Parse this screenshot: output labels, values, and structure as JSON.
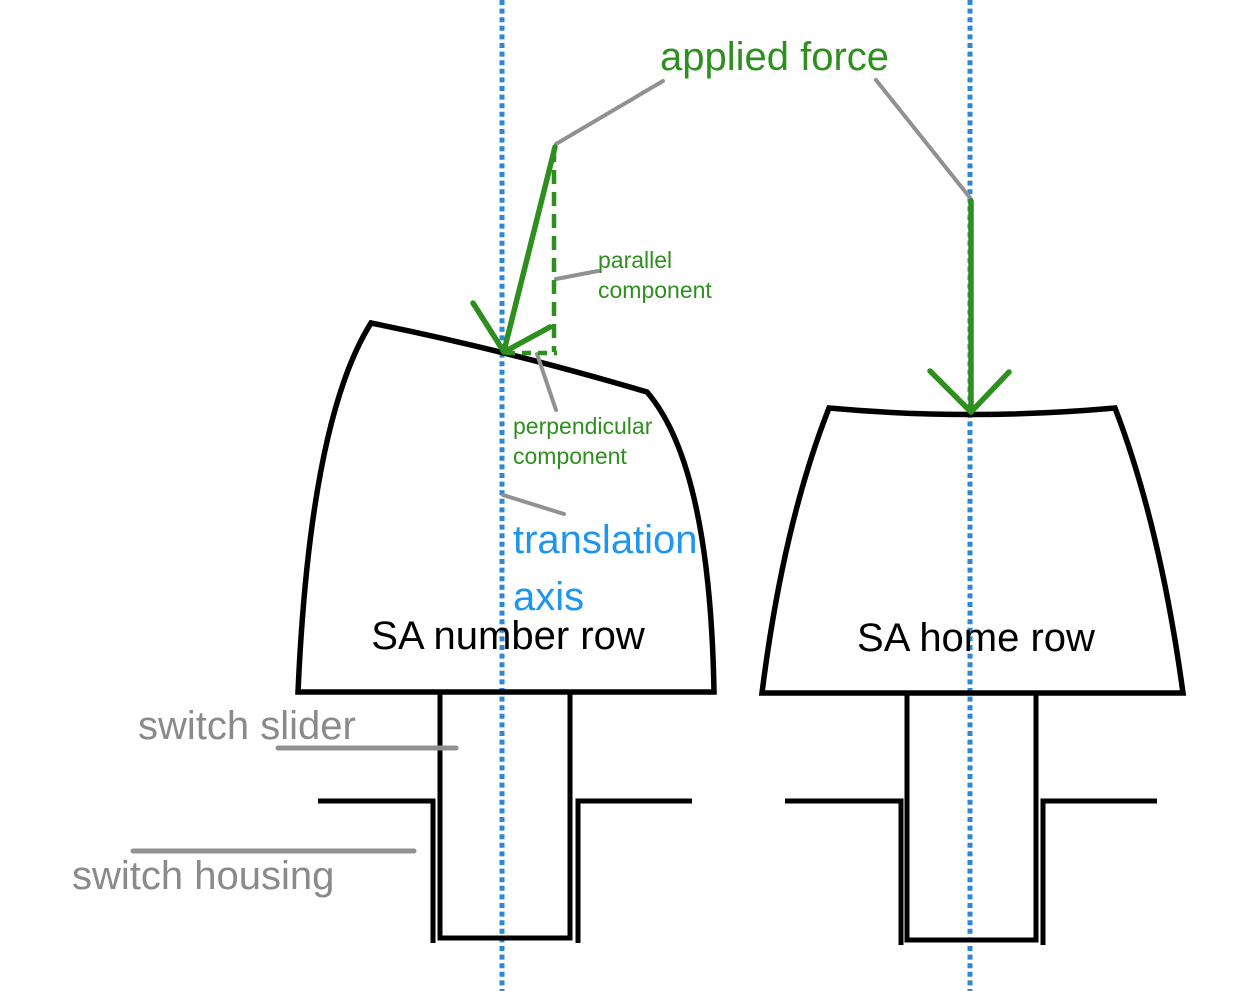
{
  "diagram_type": "keyboard-switch-force-diagram",
  "labels": {
    "applied_force": "applied force",
    "parallel_component": "parallel\ncomponent",
    "perpendicular_component": "perpendicular\ncomponent",
    "translation_axis": "translation\naxis",
    "left_keycap": "SA number row",
    "right_keycap": "SA home row",
    "switch_slider": "switch slider",
    "switch_housing": "switch housing"
  },
  "colors": {
    "green": "#2e8f1f",
    "blue_text": "#1e96f0",
    "axis_blue": "#2e87d4",
    "gray_line": "#919191",
    "gray_text": "#8a8a8a",
    "ink": "#000000",
    "bg": "#ffffff"
  }
}
